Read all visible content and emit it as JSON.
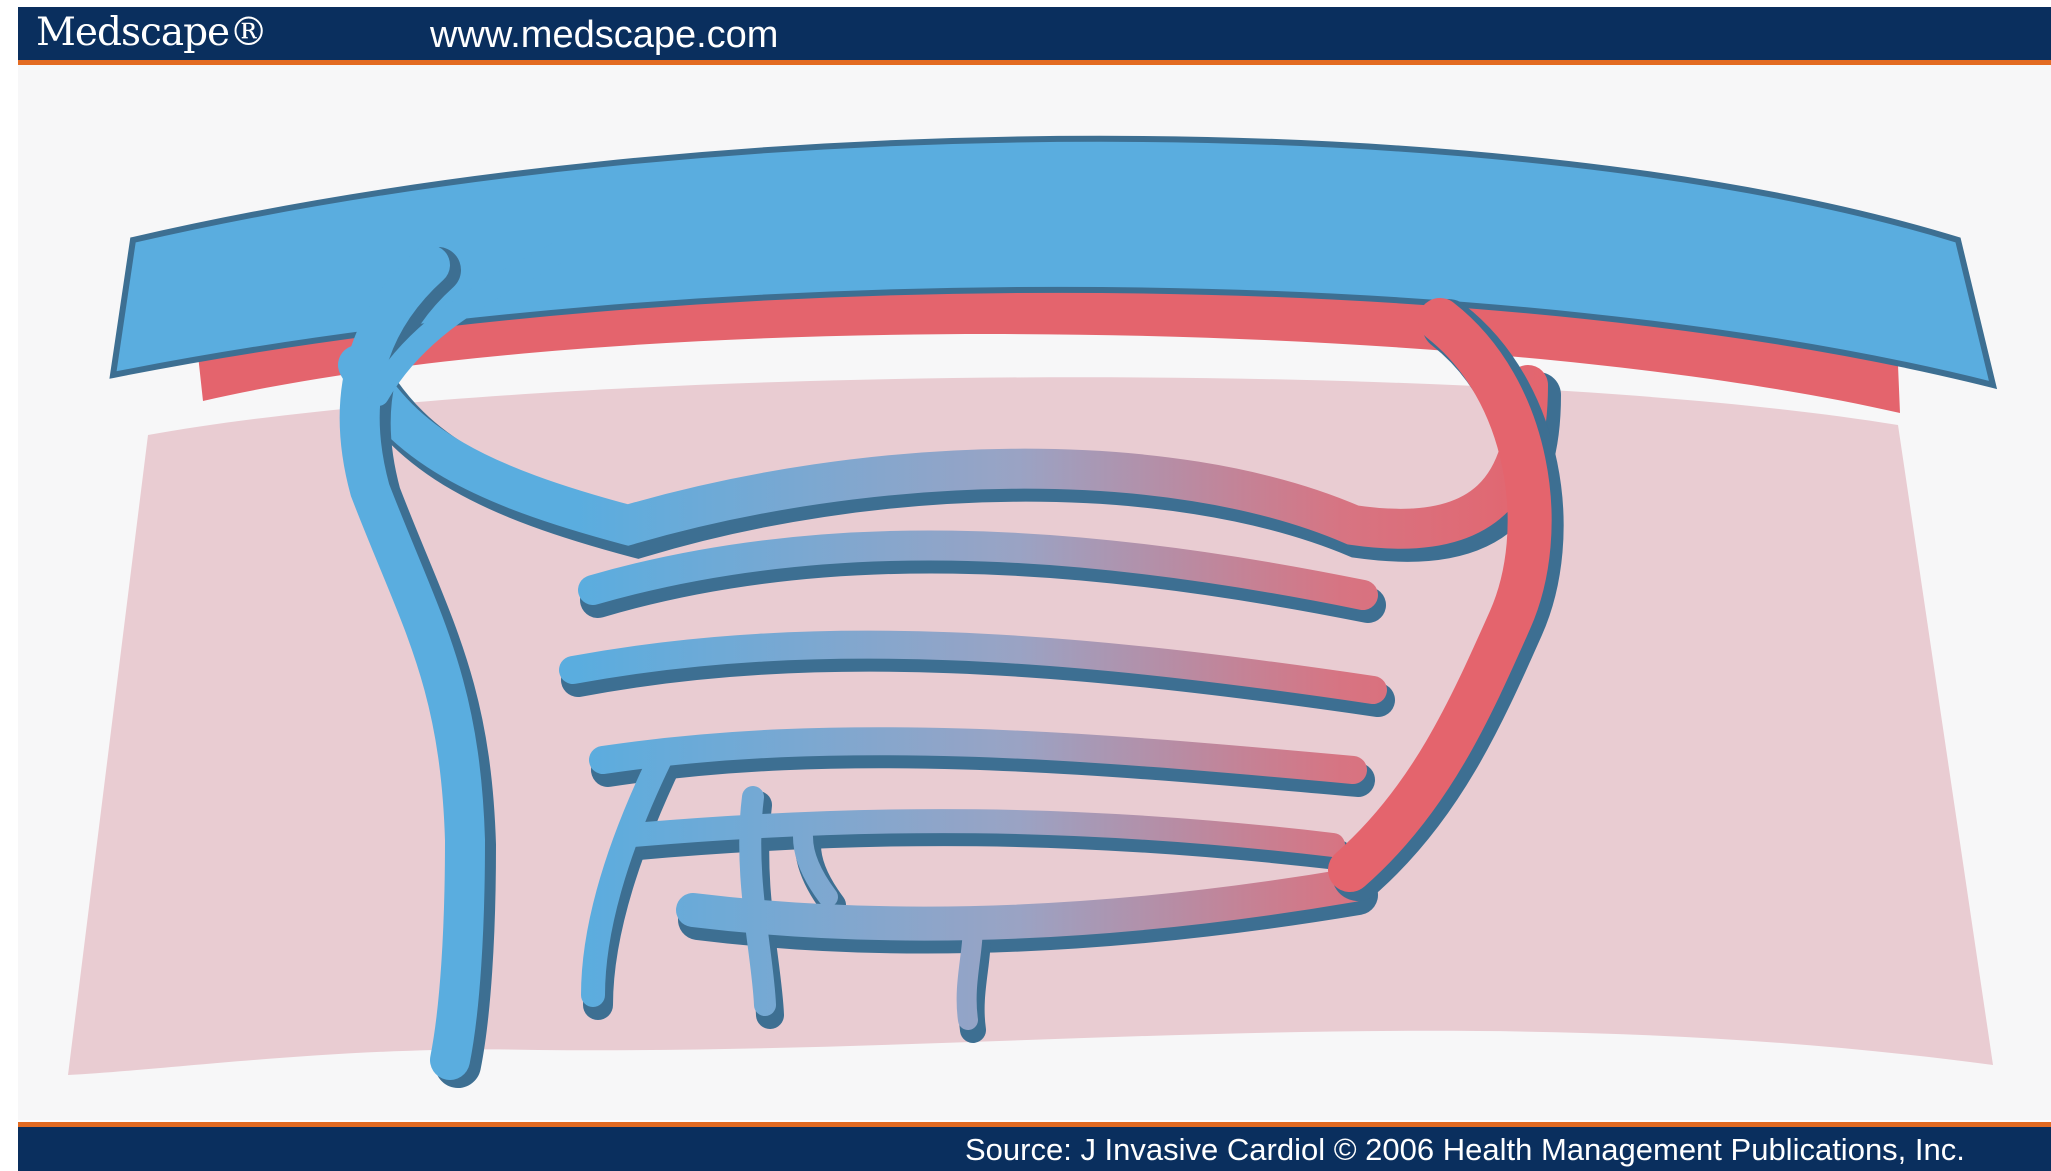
{
  "header": {
    "logo": "Medscape®",
    "url": "www.medscape.com"
  },
  "figure": {
    "colors": {
      "vein_blue": "#5aaddf",
      "artery_red": "#e4646d",
      "tissue_pink": "#e9ccd2",
      "vessel_shadow": "#3d6f92"
    }
  },
  "footer": {
    "source": "Source: J Invasive Cardiol © 2006 Health Management Publications, Inc."
  }
}
